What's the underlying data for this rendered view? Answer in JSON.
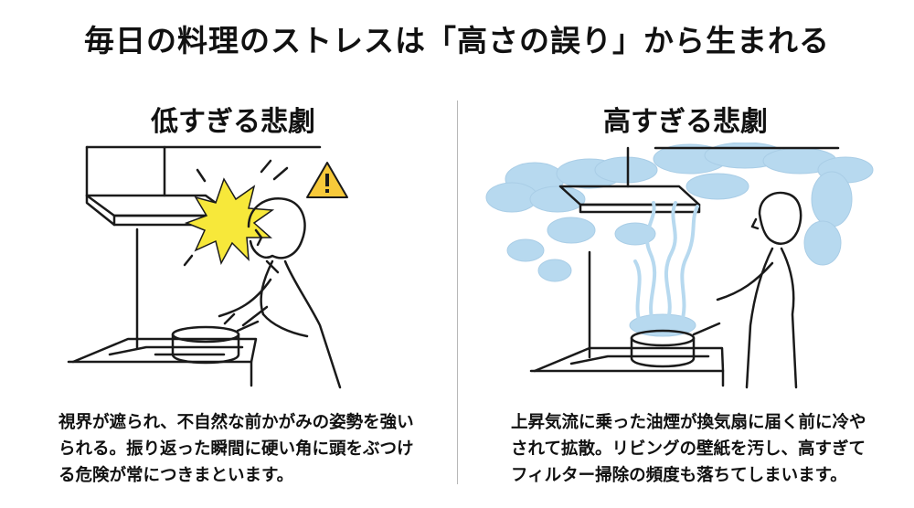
{
  "title": "毎日の料理のストレスは「高さの誤り」から生まれる",
  "left": {
    "heading": "低すぎる悲劇",
    "warning_icon": "warning-triangle-icon",
    "caption": "視界が遮られ、不自然な前かがみの姿勢を強いられる。振り返った瞬間に硬い角に頭をぶつける危険が常につきまといます。"
  },
  "right": {
    "heading": "高すぎる悲劇",
    "caption": "上昇気流に乗った油煙が換気扇に届く前に冷やされて拡散。リビングの壁紙を汚し、高すぎてフィルター掃除の頻度も落ちてしまいます。"
  },
  "colors": {
    "impact": "#f7e83a",
    "smoke": "#b7d9ef",
    "line": "#1a1a1a",
    "divider": "#b8b8b8"
  }
}
